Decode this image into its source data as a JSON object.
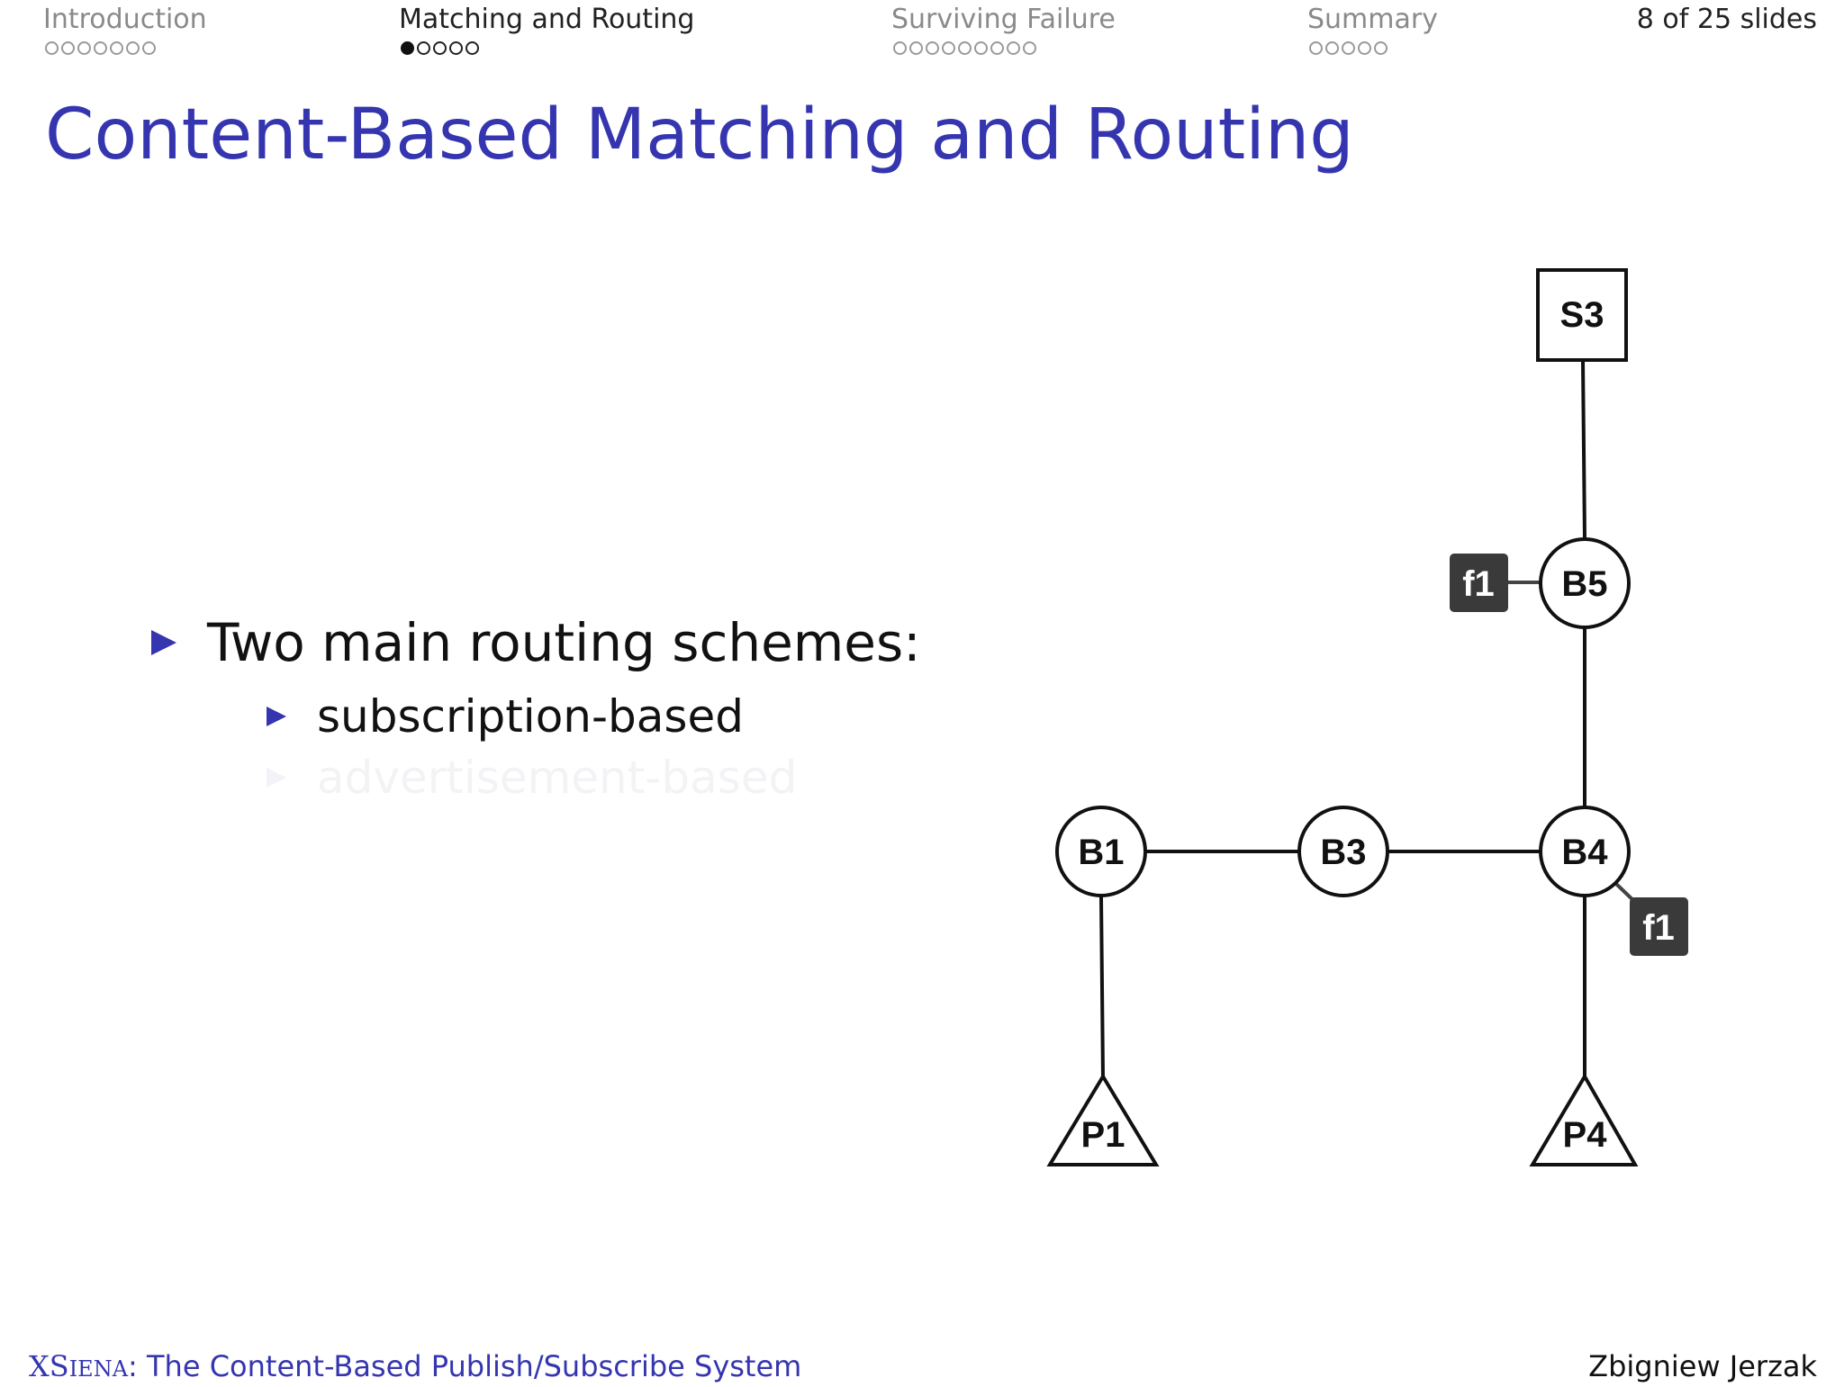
{
  "nav": {
    "sections": [
      {
        "label": "Introduction",
        "dots": 7,
        "current": -1,
        "active": false
      },
      {
        "label": "Matching and Routing",
        "dots": 5,
        "current": 0,
        "active": true
      },
      {
        "label": "Surviving Failure",
        "dots": 9,
        "current": -1,
        "active": false
      },
      {
        "label": "Summary",
        "dots": 5,
        "current": -1,
        "active": false
      }
    ],
    "slide_count": "8 of 25 slides"
  },
  "title": "Content-Based Matching and Routing",
  "bullets": {
    "main": "Two main routing schemes:",
    "sub1": "subscription-based",
    "sub2": "advertisement-based"
  },
  "diagram": {
    "nodes": {
      "S3": "S3",
      "B5": "B5",
      "B1": "B1",
      "B3": "B3",
      "B4": "B4",
      "P1": "P1",
      "P4": "P4"
    },
    "filters": {
      "f1_b5": "f1",
      "f1_b4": "f1"
    }
  },
  "footer": {
    "title_first": "X",
    "title_second": "S",
    "title_rest": "iena",
    "title_tail": ": The Content-Based Publish/Subscribe System",
    "author": "Zbigniew Jerzak"
  }
}
